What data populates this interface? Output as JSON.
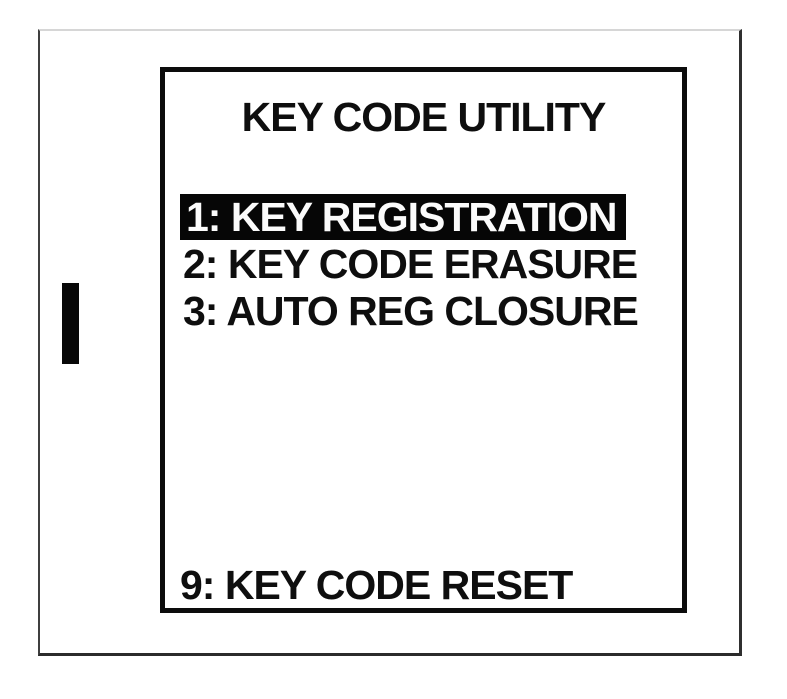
{
  "device_screen": {
    "title": "KEY CODE UTILITY",
    "menu_items": [
      {
        "label": "1: KEY REGISTRATION",
        "selected": true
      },
      {
        "label": "2: KEY CODE ERASURE",
        "selected": false
      },
      {
        "label": "3: AUTO REG CLOSURE",
        "selected": false
      }
    ],
    "footer_item": {
      "label": "9: KEY CODE RESET"
    },
    "selected_item_label": "1: KEY REGISTRATION"
  },
  "markers": {
    "left_cursor_bar": "vertical-black-bar"
  },
  "colors": {
    "background": "#ffffff",
    "text": "#0e0e0e",
    "screen_border": "#0c0c0c",
    "highlight_bg": "#060606",
    "highlight_text": "#fbfbfb",
    "frame_border_dark": "#2f2f2f",
    "frame_border_light": "#d6d6d6"
  }
}
